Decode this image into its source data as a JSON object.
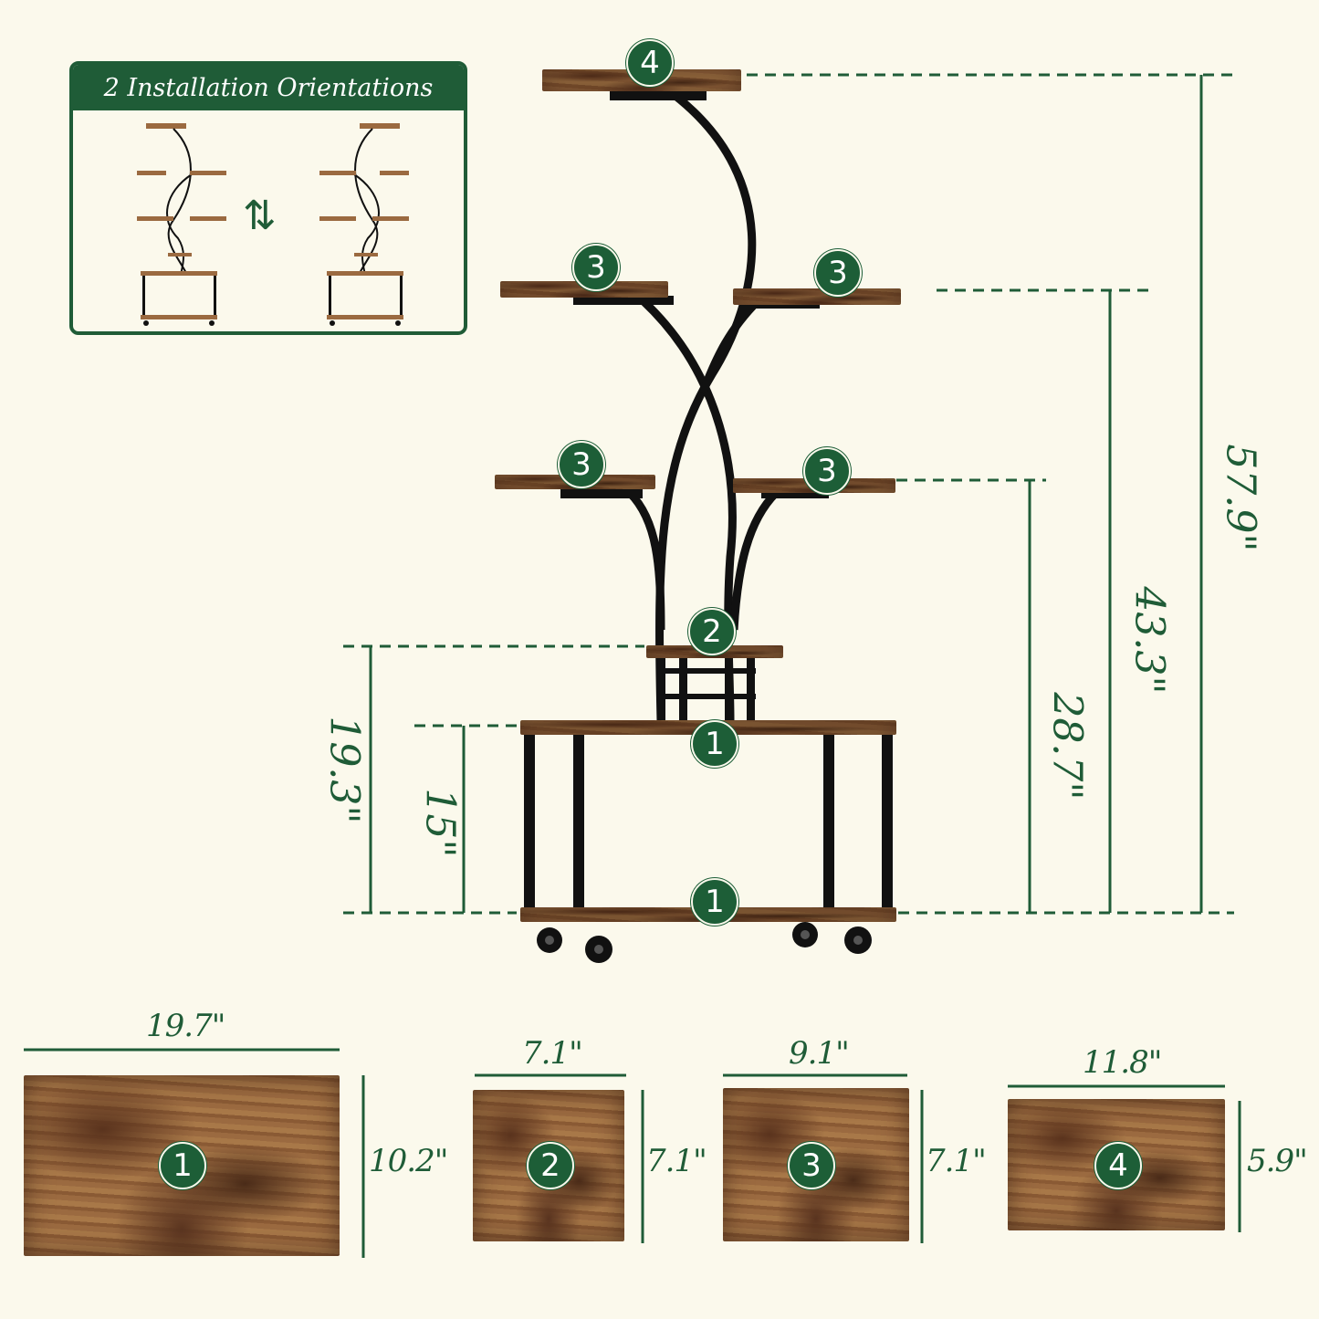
{
  "inset": {
    "title": "2 Installation Orientations",
    "swap_icon": "swap-arrows-icon"
  },
  "badges": {
    "tier4": "4",
    "tier3": "3",
    "tier2": "2",
    "tier1": "1"
  },
  "heights": {
    "overall": "57.9\"",
    "third_tier": "43.3\"",
    "second_tier": "28.7\"",
    "tier2_top": "19.3\"",
    "cabinet": "15\""
  },
  "boards": [
    {
      "badge": "1",
      "width": "19.7\"",
      "depth": "10.2\""
    },
    {
      "badge": "2",
      "width": "7.1\"",
      "depth": "7.1\""
    },
    {
      "badge": "3",
      "width": "9.1\"",
      "depth": "7.1\""
    },
    {
      "badge": "4",
      "width": "11.8\"",
      "depth": "5.9\""
    }
  ],
  "colors": {
    "accent_green": "#1f5c37",
    "background": "#fbf9ec",
    "frame": "#111111",
    "wood": "#9b6a40"
  }
}
